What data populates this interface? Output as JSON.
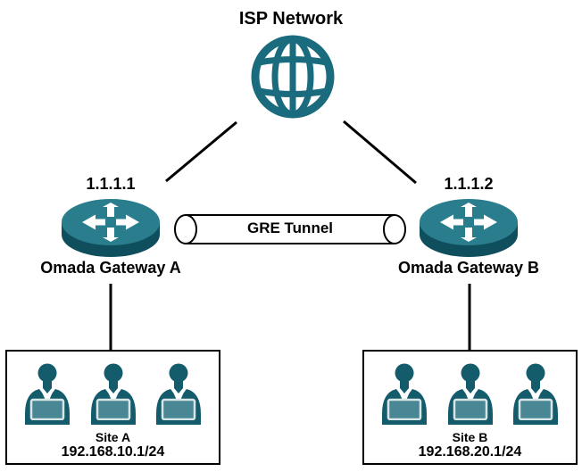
{
  "isp": {
    "label": "ISP Network"
  },
  "tunnel": {
    "label": "GRE Tunnel"
  },
  "gateways": {
    "a": {
      "ip": "1.1.1.1",
      "name": "Omada Gateway A"
    },
    "b": {
      "ip": "1.1.1.2",
      "name": "Omada Gateway B"
    }
  },
  "sites": {
    "a": {
      "name": "Site A",
      "subnet": "192.168.10.1/24",
      "user_count": 3
    },
    "b": {
      "name": "Site B",
      "subnet": "192.168.20.1/24",
      "user_count": 3
    }
  },
  "colors": {
    "globe_teal": "#1a6b7d",
    "router_top": "#2a7d8c",
    "router_body": "#0f4e5d",
    "person_teal": "#145b6b",
    "laptop_screen": "#4a8795",
    "laptop_screen_border": "#d9e6e8",
    "line": "#000000",
    "background": "#ffffff"
  }
}
